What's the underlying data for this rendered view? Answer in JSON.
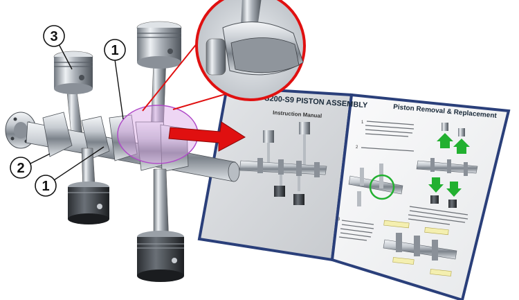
{
  "callouts": [
    {
      "id": "callout-3",
      "label": "3"
    },
    {
      "id": "callout-1-top",
      "label": "1"
    },
    {
      "id": "callout-2",
      "label": "2"
    },
    {
      "id": "callout-1-bottom",
      "label": "1"
    }
  ],
  "manual": {
    "left_title": "S200-S9 PISTON ASSEMBLY",
    "left_subtitle": "Instruction Manual",
    "right_title": "Piston Removal & Replacement",
    "steps": [
      "1",
      "2",
      "3"
    ]
  },
  "colors": {
    "arrow": "#e01010",
    "zoom_ring": "#e01010",
    "highlight": "#c04ad0",
    "manual_border": "#2a3f7a",
    "page_bg": "#d8dadd",
    "green_arrow": "#22b030"
  },
  "icons": [
    "piston-icon",
    "connecting-rod-icon",
    "crankshaft-icon",
    "red-arrow-icon",
    "zoom-circle-icon"
  ]
}
